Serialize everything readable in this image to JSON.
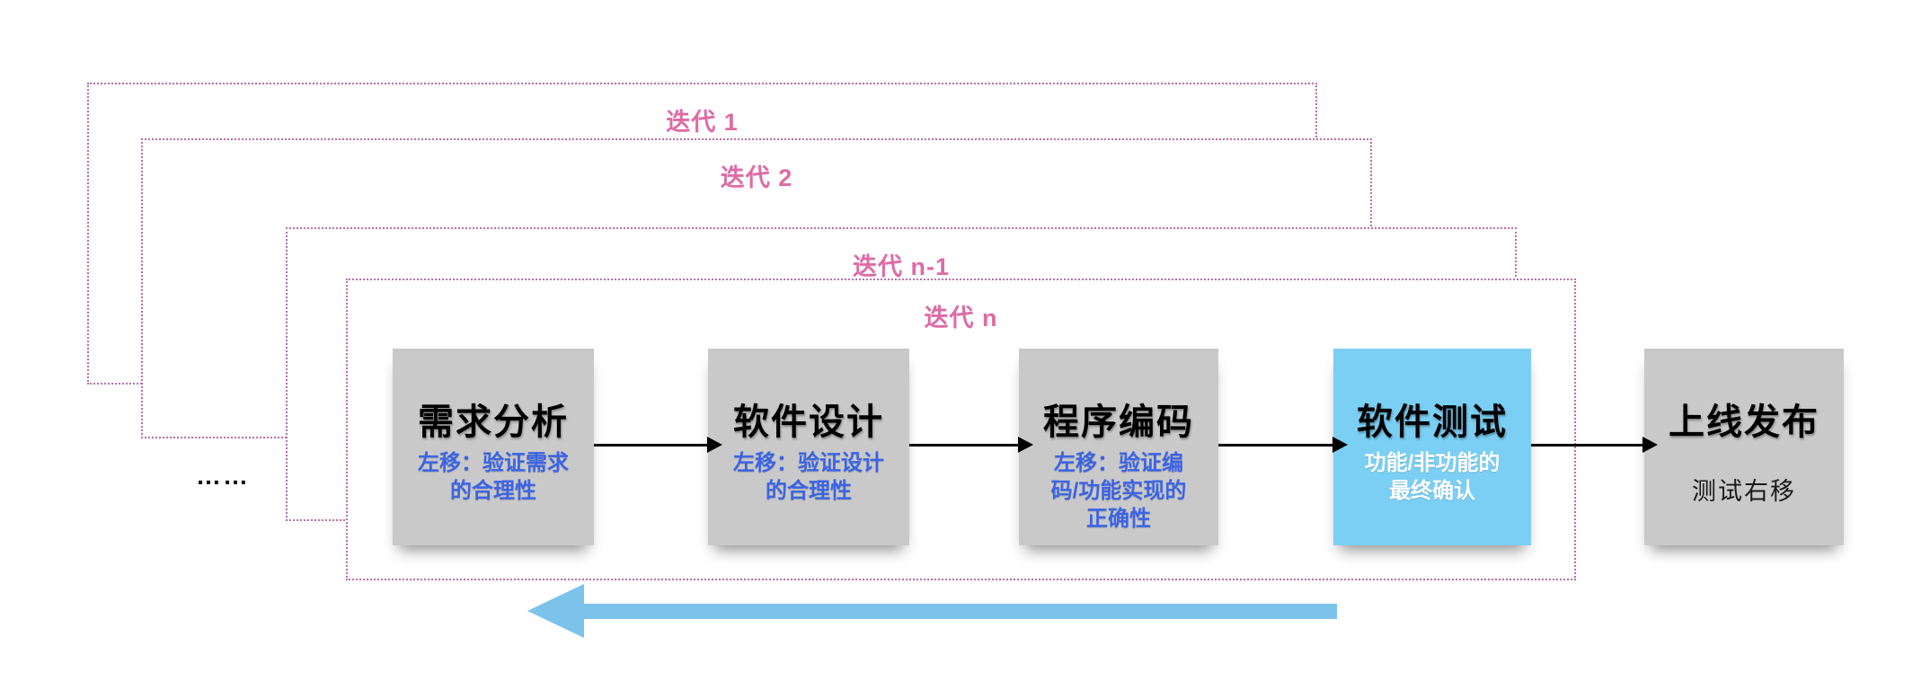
{
  "diagram": {
    "iterations": [
      {
        "label": "迭代 1"
      },
      {
        "label": "迭代 2"
      },
      {
        "label": "迭代 n-1"
      },
      {
        "label": "迭代 n"
      }
    ],
    "ellipsis": "……",
    "stages": [
      {
        "title": "需求分析",
        "subtitle_lines": [
          "左移：验证需求",
          "的合理性"
        ],
        "highlight": false
      },
      {
        "title": "软件设计",
        "subtitle_lines": [
          "左移：验证设计",
          "的合理性"
        ],
        "highlight": false
      },
      {
        "title": "程序编码",
        "subtitle_lines": [
          "左移：验证编",
          "码/功能实现的",
          "正确性"
        ],
        "highlight": false
      },
      {
        "title": "软件测试",
        "subtitle_lines": [
          "功能/非功能的",
          "最终确认"
        ],
        "highlight": true
      },
      {
        "title": "上线发布",
        "subtitle_lines": [
          "测试右移"
        ],
        "highlight": false
      }
    ],
    "colors": {
      "frame_border": "#b76fae",
      "iteration_label": "#dd6ba6",
      "stage_gray": "#c9c9c9",
      "stage_blue": "#7bcff4",
      "subtitle_blue": "#3b64e4",
      "subtitle_white": "#ffffff",
      "subtitle_black": "#1a1a1a",
      "flow_arrow": "#000000",
      "shift_left_arrow": "#7cc3ec"
    }
  }
}
